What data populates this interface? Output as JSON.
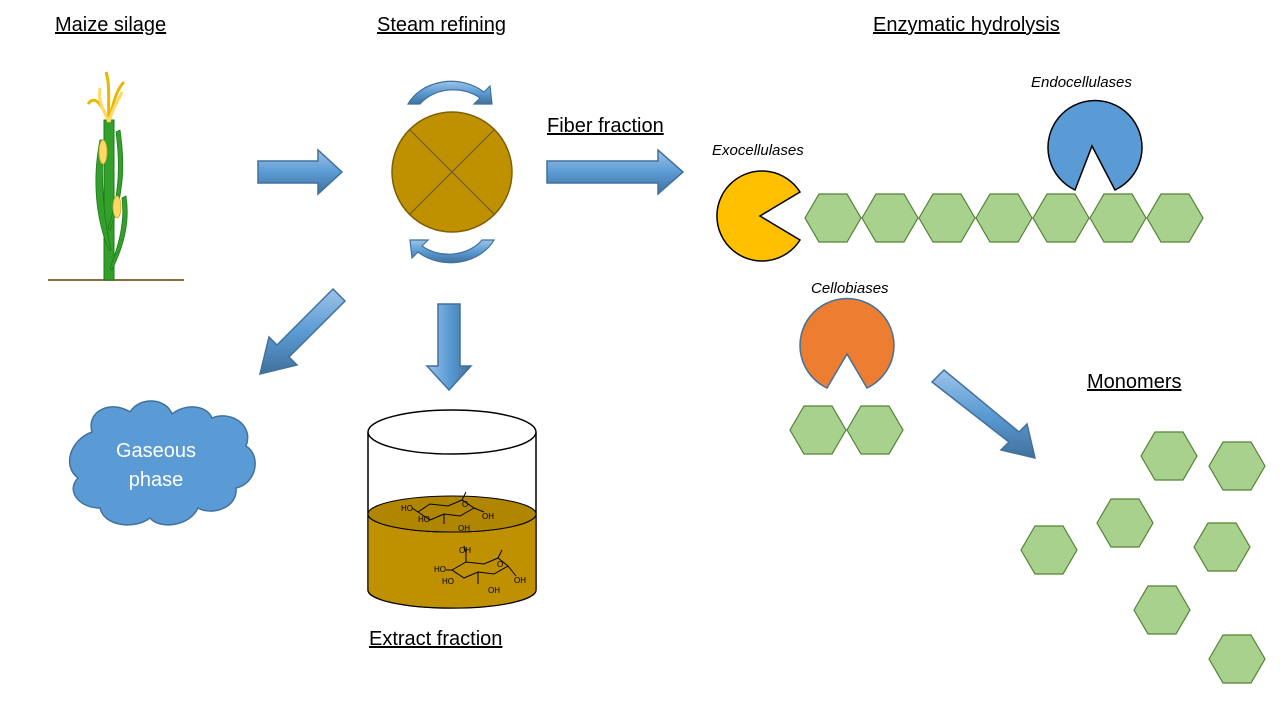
{
  "labels": {
    "maize_silage": "Maize silage",
    "steam_refining": "Steam refining",
    "enzymatic_hydrolysis": "Enzymatic hydrolysis",
    "fiber_fraction": "Fiber fraction",
    "extract_fraction": "Extract fraction",
    "monomers": "Monomers",
    "gaseous_phase_line1": "Gaseous",
    "gaseous_phase_line2": "phase"
  },
  "enzymes": {
    "exocellulases": "Exocellulases",
    "endocellulases": "Endocellulases",
    "cellobiases": "Cellobiases"
  },
  "chem_labels": {
    "ho": "HO",
    "oh": "OH",
    "o": "O"
  },
  "colors": {
    "arrow_blue": "#5b9bd5",
    "refiner_brown": "#bf9000",
    "hexagon_green": "#a9d18e",
    "exocellulase_yellow": "#ffc000",
    "endocellulase_blue": "#5b9bd5",
    "cellobiase_orange": "#ed7d31",
    "plant_green": "#2ca02c",
    "tassel_yellow": "#ffd966"
  }
}
